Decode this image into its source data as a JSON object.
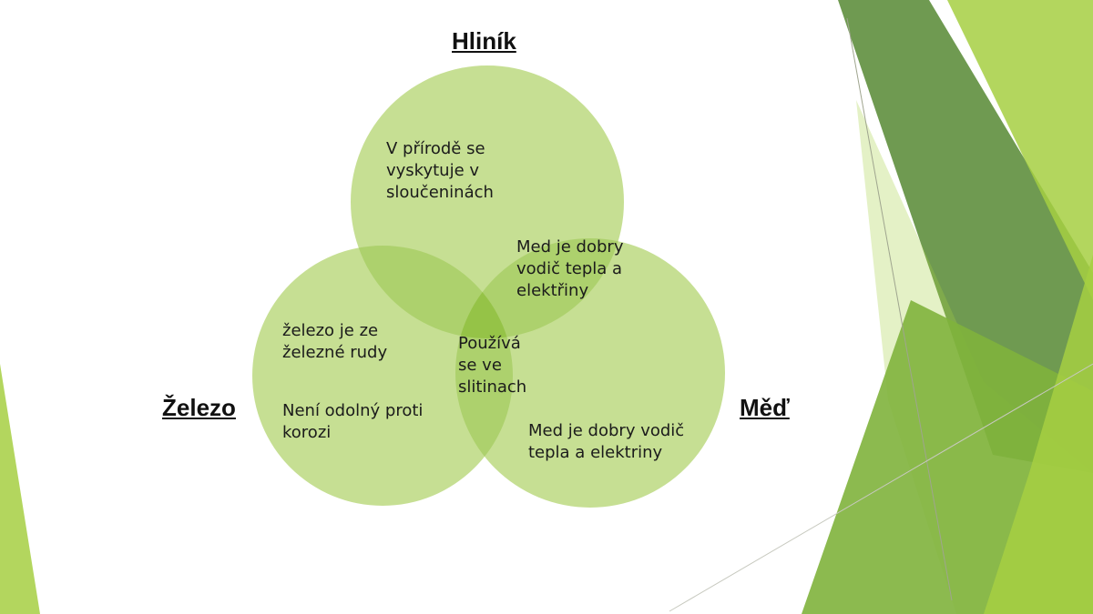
{
  "colors": {
    "circle": "#c6df93",
    "overlap2": "#add16d",
    "overlap3": "#95c347",
    "accent_dark": "#5f8f3e",
    "accent_mid": "#7fb23c",
    "accent_light": "#a6cf42"
  },
  "sets": {
    "hlinik": {
      "title": "Hliník",
      "text": "V přírodě se\nvyskytuje v\nsloučeninách"
    },
    "zelezo": {
      "title": "Železo",
      "text1": "železo je ze\nželezné rudy",
      "text2": "Není odolný proti\nkorozi"
    },
    "med": {
      "title": "Měď",
      "text": "Med je dobry vodič\n   tepla a elektriny"
    }
  },
  "overlaps": {
    "hlinik_med": "Med je dobry\nvodič tepla a\nelektřiny",
    "center": "Používá\nse ve\nslitinach"
  }
}
